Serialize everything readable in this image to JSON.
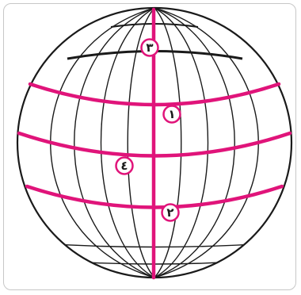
{
  "diagram": {
    "colors": {
      "grid_line": "#1a1a1a",
      "highlight_line": "#e0147a",
      "frame_border": "#c7c7c7",
      "label_fill": "#ffffff"
    },
    "labels": [
      {
        "id": "circle-3",
        "text": "٣"
      },
      {
        "id": "circle-1",
        "text": "١"
      },
      {
        "id": "circle-4",
        "text": "٤"
      },
      {
        "id": "circle-2",
        "text": "٢"
      }
    ]
  }
}
